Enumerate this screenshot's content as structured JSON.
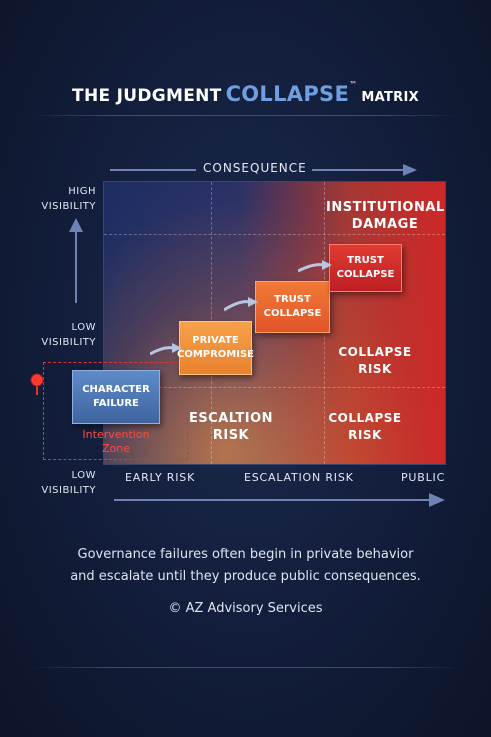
{
  "title": {
    "part1": "THE JUDGMENT",
    "part2": "COLLAPSE",
    "trademark": "™",
    "part3": "MATRIX"
  },
  "axes": {
    "top": "CONSEQUENCE",
    "y_labels": {
      "high": [
        "HIGH",
        "VISIBILITY"
      ],
      "mid": [
        "LOW",
        "VISIBILITY"
      ],
      "low": [
        "LOW",
        "VISIBILITY"
      ]
    },
    "x_labels": [
      "EARLY RISK",
      "ESCALATION RISK",
      "PUBLIC"
    ]
  },
  "regions": {
    "institutional_damage": [
      "INSTITUTIONAL",
      "DAMAGE"
    ],
    "collapse_risk_mid": [
      "COLLAPSE",
      "RISK"
    ],
    "escalation_risk": [
      "ESCALTION",
      "RISK"
    ],
    "collapse_risk_bottom": [
      "COLLAPSE",
      "RISK"
    ]
  },
  "stages": [
    {
      "line1": "CHARACTER",
      "line2": "FAILURE",
      "color": "#4d77b4"
    },
    {
      "line1": "PRIVATE",
      "line2": "COMPROMISE",
      "color": "#f1913b"
    },
    {
      "line1": "TRUST",
      "line2": "COLLAPSE",
      "color": "#ec6a2f"
    },
    {
      "line1": "TRUST",
      "line2": "COLLAPSE",
      "color": "#d22a2a"
    }
  ],
  "intervention": {
    "line1": "Intervention",
    "line2": "Zone",
    "color": "#e0352e",
    "icon": "map-pin-icon"
  },
  "description": {
    "line1": "Governance failures often begin in private behavior",
    "line2": "and escalate until they produce public consequences."
  },
  "copyright": "© AZ Advisory Services"
}
